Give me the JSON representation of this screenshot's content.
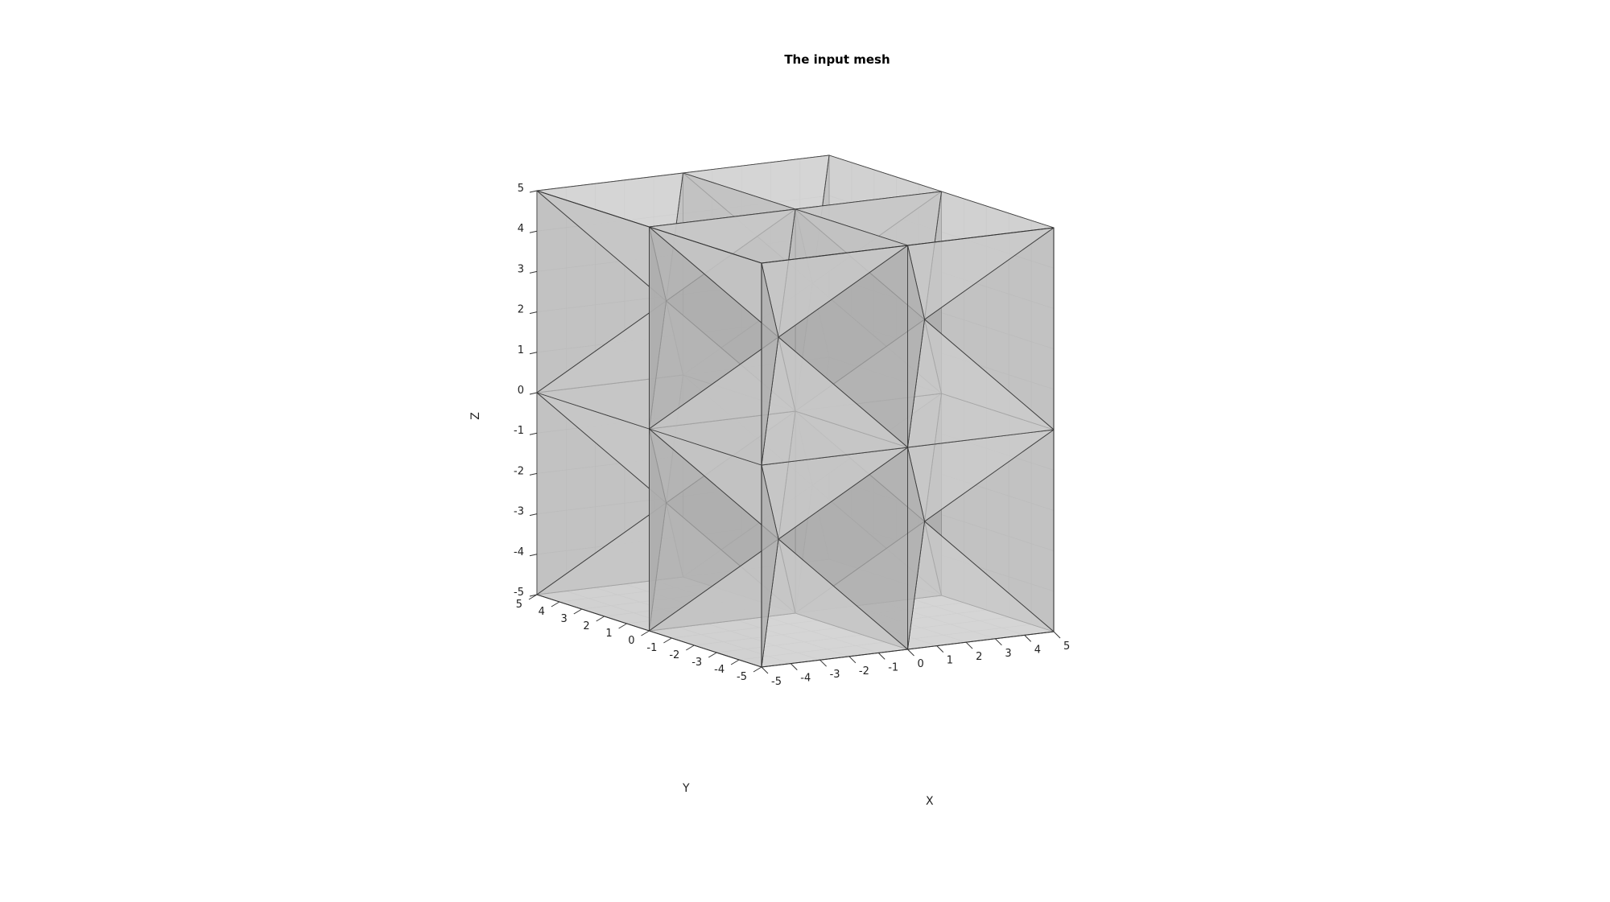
{
  "chart_data": {
    "type": "mesh3d",
    "title": "The input mesh",
    "xlabel": "X",
    "ylabel": "Y",
    "zlabel": "Z",
    "xlim": [
      -5,
      5
    ],
    "ylim": [
      -5,
      5
    ],
    "zlim": [
      -5,
      5
    ],
    "xticks": [
      "-5",
      "-4",
      "-3",
      "-2",
      "-1",
      "0",
      "1",
      "2",
      "3",
      "4",
      "5"
    ],
    "yticks": [
      "-5",
      "-4",
      "-3",
      "-2",
      "-1",
      "0",
      "1",
      "2",
      "3",
      "4",
      "5"
    ],
    "zticks": [
      "-5",
      "-4",
      "-3",
      "-2",
      "-1",
      "0",
      "1",
      "2",
      "3",
      "4",
      "5"
    ],
    "grid": true,
    "box": true,
    "face_color": "#808080",
    "face_alpha": 0.5,
    "edge_color": "#000000",
    "mesh": "tetrahedral lattice, 2x2x2 cube cells with pyramids on faces"
  }
}
